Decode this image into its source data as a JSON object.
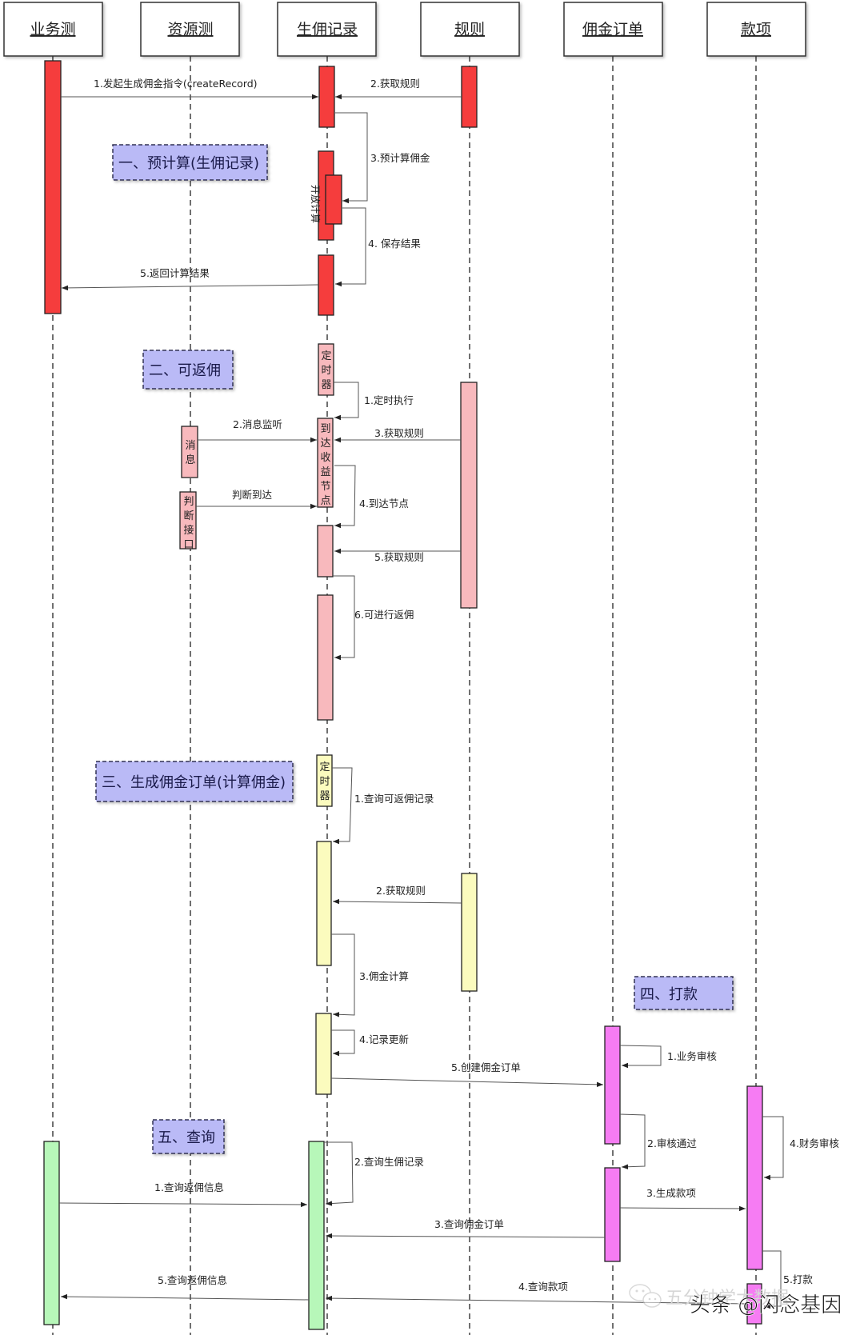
{
  "actors": [
    {
      "id": "biz",
      "label": "业务测"
    },
    {
      "id": "res",
      "label": "资源测"
    },
    {
      "id": "rec",
      "label": "生佣记录"
    },
    {
      "id": "rule",
      "label": "规则"
    },
    {
      "id": "ord",
      "label": "佣金订单"
    },
    {
      "id": "pay",
      "label": "款项"
    }
  ],
  "colors": {
    "phase1": "#f53d3d",
    "phase2": "#f8b9bd",
    "phase3": "#fbfbbe",
    "phase4": "#f67cf3",
    "phase5": "#b7f7b9",
    "note": "#babaf6"
  },
  "notes": {
    "phase1": "一、预计算(生佣记录)",
    "phase2": "二、可返佣",
    "phase3": "三、生成佣金订单(计算佣金)",
    "phase4": "四、打款",
    "phase5": "五、查询"
  },
  "activation_labels": {
    "open_calc": "开放计算",
    "timer": "定时器",
    "reach_node": "到达收益节点",
    "message": "消息",
    "judge_api": "判断接口"
  },
  "messages": {
    "p1": {
      "m1": "1.发起生成佣金指令(createRecord)",
      "m2": "2.获取规则",
      "m3": "3.预计算佣金",
      "m4": "4. 保存结果",
      "m5": "5.返回计算结果"
    },
    "p2": {
      "m1": "1.定时执行",
      "m2": "2.消息监听",
      "m3": "3.获取规则",
      "judge": "判断到达",
      "m4": "4.到达节点",
      "m5": "5.获取规则",
      "m6": "6.可进行返佣"
    },
    "p3": {
      "m1": "1.查询可返佣记录",
      "m2": "2.获取规则",
      "m3": "3.佣金计算",
      "m4": "4.记录更新",
      "m5": "5.创建佣金订单"
    },
    "p4": {
      "m1": "1.业务审核",
      "m2": "2.审核通过",
      "m3": "3.生成款项",
      "m4": "4.财务审核",
      "m5": "5.打款"
    },
    "p5": {
      "m1": "1.查询返佣信息",
      "m2": "2.查询生佣记录",
      "m3": "3.查询佣金订单",
      "m4": "4.查询款项",
      "m5": "5.查询返佣信息"
    }
  },
  "watermark": {
    "icon": "wechat-icon",
    "faint_text": "五分钟学大数据",
    "text": "头条 @闪念基因"
  }
}
